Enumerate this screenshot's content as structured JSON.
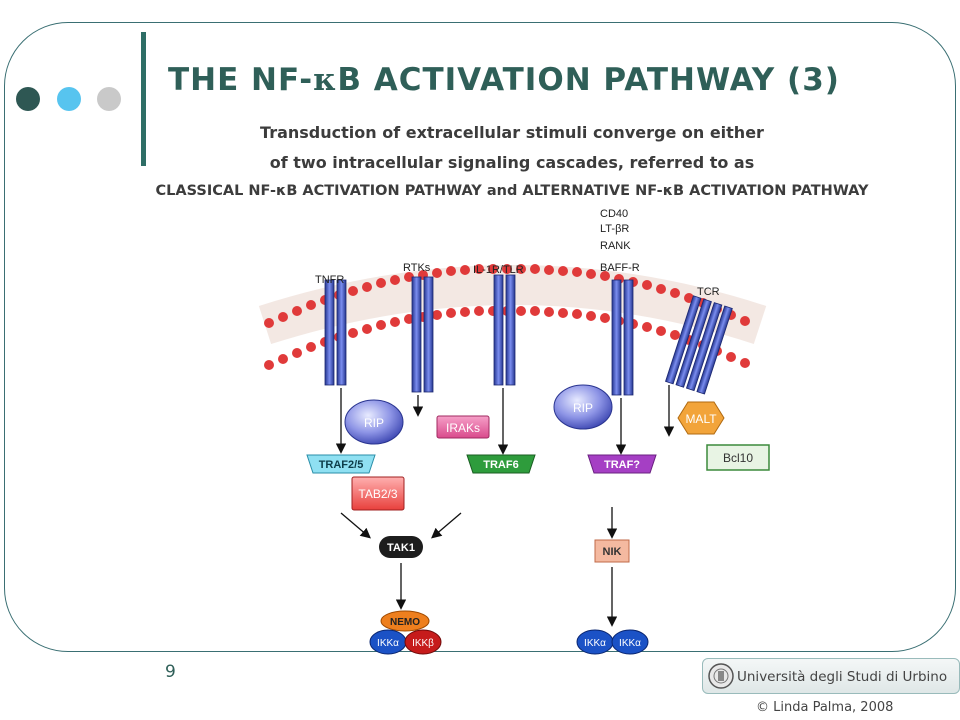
{
  "slide": {
    "title_prefix": "THE NF-",
    "title_kappa": "κ",
    "title_suffix": "B ACTIVATION PATHWAY (3)",
    "line1": "Transduction of extracellular stimuli converge on either",
    "line2": "of two intracellular signaling cascades, referred to as",
    "line3_a": "CLASSICAL NF-",
    "line3_b": "κ",
    "line3_c": "B ACTIVATION PATHWAY and ALTERNATIVE NF-",
    "line3_d": "κ",
    "line3_e": "B ACTIVATION PATHWAY",
    "page_number": "9",
    "university": "Università degli Studi di Urbino",
    "credit": "© Linda Palma, 2008"
  },
  "colors": {
    "accent": "#2f5f58",
    "dot_dark": "#2e5753",
    "dot_light": "#57c4ef",
    "dot_grey": "#c9c9c9",
    "receptor": "#3a52b4",
    "lipid_head": "#e23a3a"
  },
  "diagram": {
    "receptors": {
      "tnfr": "TNFR",
      "rtks": "RTKs",
      "il1r": "IL-1R/TLR",
      "cd40": "CD40",
      "ltbr": "LT-βR",
      "rank": "RANK",
      "baffr": "BAFF-R",
      "tcr": "TCR"
    },
    "nodes": {
      "rip1": "RIP",
      "rip2": "RIP",
      "iraks": "IRAKs",
      "malt": "MALT",
      "bcl10": "Bcl10",
      "traf25": "TRAF2/5",
      "traf6": "TRAF6",
      "traf_q": "TRAF?",
      "tab23": "TAB2/3",
      "tak1": "TAK1",
      "nik": "NIK",
      "nemo": "NEMO",
      "ikka1": "IKKα",
      "ikkb": "IKKβ",
      "ikka2": "IKKα",
      "ikka3": "IKKα"
    }
  }
}
